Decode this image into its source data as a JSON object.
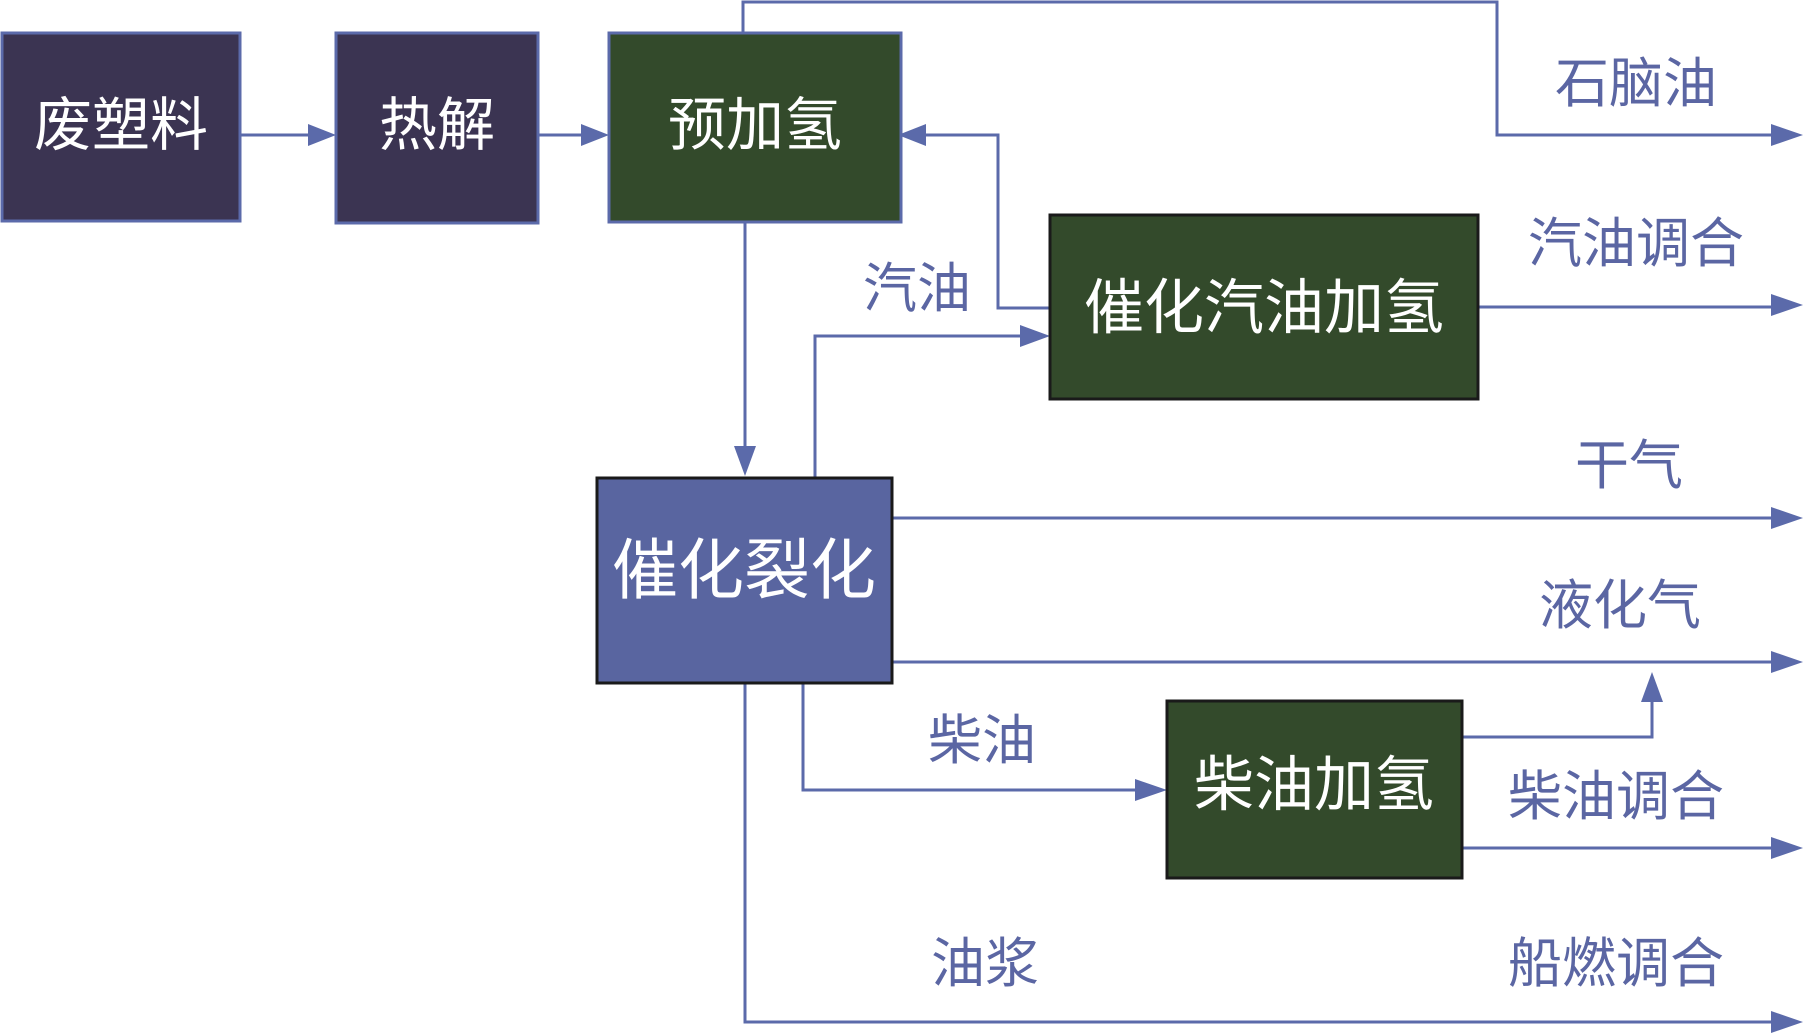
{
  "colors": {
    "arrow": "#5b6aaa",
    "label": "#5b66a3",
    "box_dark_purple": "#3b3452",
    "box_dark_green": "#334a2b",
    "box_blue": "#5965a0",
    "box_text": "#ffffff"
  },
  "boxes": {
    "waste_plastic": "废塑料",
    "pyrolysis": "热解",
    "prehydro": "预加氢",
    "fcc": "催化裂化",
    "fcc_gas_hydro": "催化汽油加氢",
    "diesel_hydro": "柴油加氢"
  },
  "labels": {
    "naphtha": "石脑油",
    "gasoline_blend": "汽油调合",
    "gasoline": "汽油",
    "dry_gas": "干气",
    "lpg": "液化气",
    "diesel": "柴油",
    "diesel_blend": "柴油调合",
    "slurry": "油浆",
    "bunker_blend": "船燃调合"
  }
}
